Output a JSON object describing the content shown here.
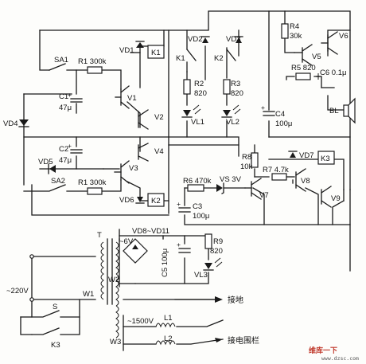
{
  "labels": {
    "sa1": "SA1",
    "r1_top": "R1 300k",
    "c1": "C1",
    "c1_val": "47μ",
    "vd4": "VD4",
    "c2": "C2",
    "c2_val": "47μ",
    "vd5": "VD5",
    "sa2": "SA2",
    "r1_bot": "R1 300k",
    "vd6": "VD6",
    "k2_box": "K2",
    "v1": "V1",
    "v2": "V2",
    "v3": "V3",
    "v4": "V4",
    "vd1": "VD1",
    "k1_box": "K1",
    "k1_contact": "K1",
    "vd2": "VD2",
    "k2_contact": "K2",
    "vd3": "VD3",
    "r2": "R2",
    "r2_val": "820",
    "r3": "R3",
    "r3_val": "820",
    "vl1": "VL1",
    "vl2": "VL2",
    "c4": "C4",
    "c4_val": "100μ",
    "r4": "R4",
    "r4_val": "30k",
    "v5": "V5",
    "v6": "V6",
    "r5": "R5 820",
    "c6": "C6 0.1μ",
    "bl": "BL",
    "r8": "R8",
    "r8_val": "10k",
    "vd7": "VD7",
    "k3_box": "K3",
    "r7": "R7 4.7k",
    "v8": "V8",
    "v9": "V9",
    "r6": "R6 470k",
    "vs": "VS 3V",
    "v7": "V7",
    "c3": "C3",
    "c3_val": "100μ",
    "t": "T",
    "vd8_11": "VD8~VD11",
    "v6v": "~6V",
    "c5": "C5 100μ",
    "r9": "R9",
    "r9_val": "820",
    "vl3": "VL3",
    "w1": "W1",
    "w2": "W2",
    "w3": "W3",
    "mains": "~220V",
    "s": "S",
    "k3_contact": "K3",
    "hv": "~1500V",
    "l1": "L1",
    "l2": "L2",
    "ground": "接地",
    "fence": "接电围栏"
  },
  "watermark": {
    "brand": "维库一下",
    "url": "www.dzsc.com"
  }
}
